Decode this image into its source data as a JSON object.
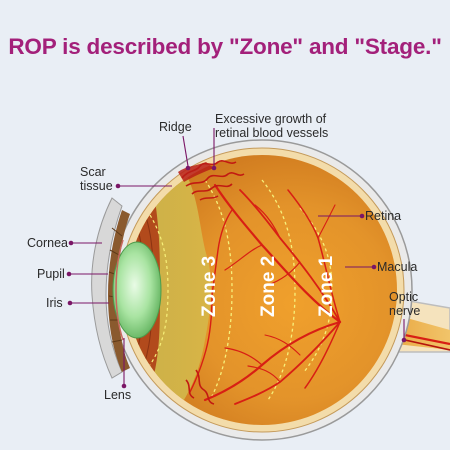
{
  "title": "ROP is described by \"Zone\" and \"Stage.\"",
  "labels": {
    "ridge": "Ridge",
    "excessive_line1": "Excessive growth of",
    "excessive_line2": "retinal blood vessels",
    "scar_line1": "Scar",
    "scar_line2": "tissue",
    "retina": "Retina",
    "cornea": "Cornea",
    "macula": "Macula",
    "pupil": "Pupil",
    "optic_line1": "Optic",
    "optic_line2": "nerve",
    "iris": "Iris",
    "lens": "Lens"
  },
  "zones": {
    "zone3": "Zone 3",
    "zone2": "Zone 2",
    "zone1": "Zone 1"
  },
  "colors": {
    "title": "#a3207a",
    "label_dot": "#7a1666",
    "vessels": "#d81f14",
    "retina": "#e59a2a",
    "sclera": "#f1d9a6",
    "lens": "#9fdb9a",
    "background": "#e9eef5"
  }
}
